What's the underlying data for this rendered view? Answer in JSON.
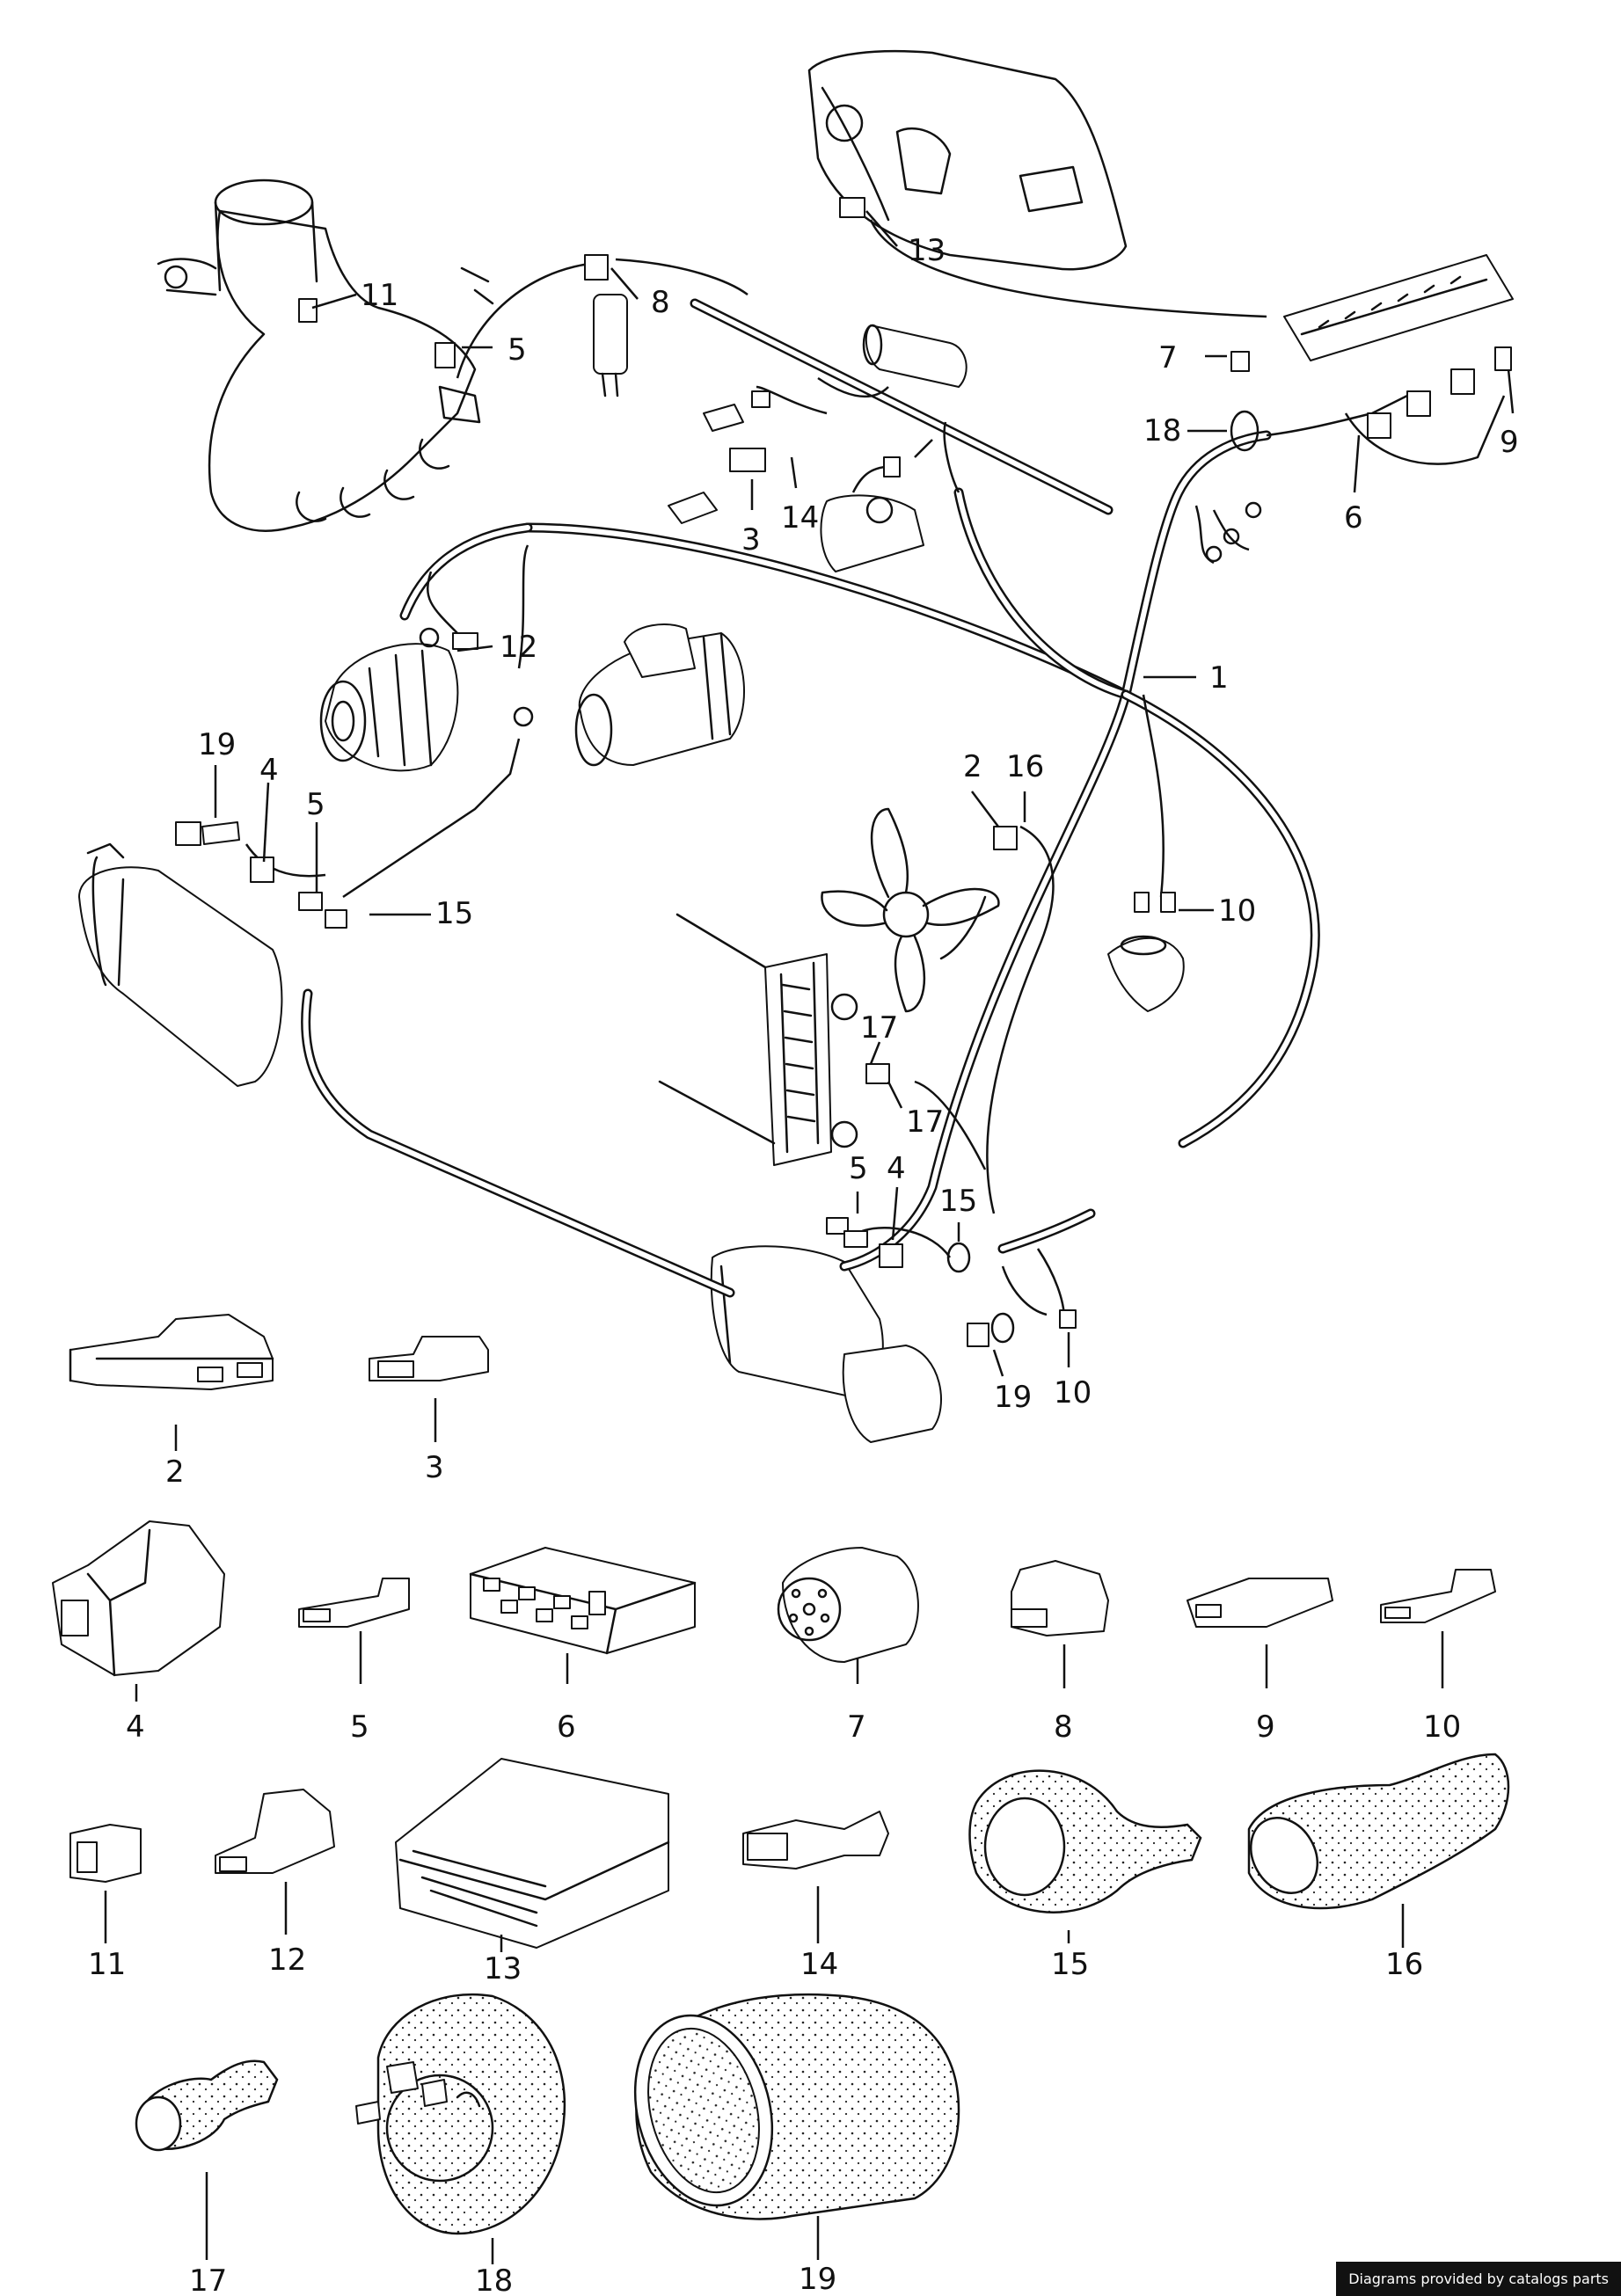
{
  "callouts": {
    "n1": "1",
    "n2": "2",
    "n3": "3",
    "n4": "4",
    "n5": "5",
    "n6": "6",
    "n7": "7",
    "n8": "8",
    "n9": "9",
    "n10": "10",
    "n11": "11",
    "n12": "12",
    "n13": "13",
    "n14": "14",
    "n15": "15",
    "n16": "16",
    "n17": "17",
    "n18": "18",
    "n19": "19"
  },
  "footer": {
    "credit": "Diagrams provided by catalogs parts"
  }
}
